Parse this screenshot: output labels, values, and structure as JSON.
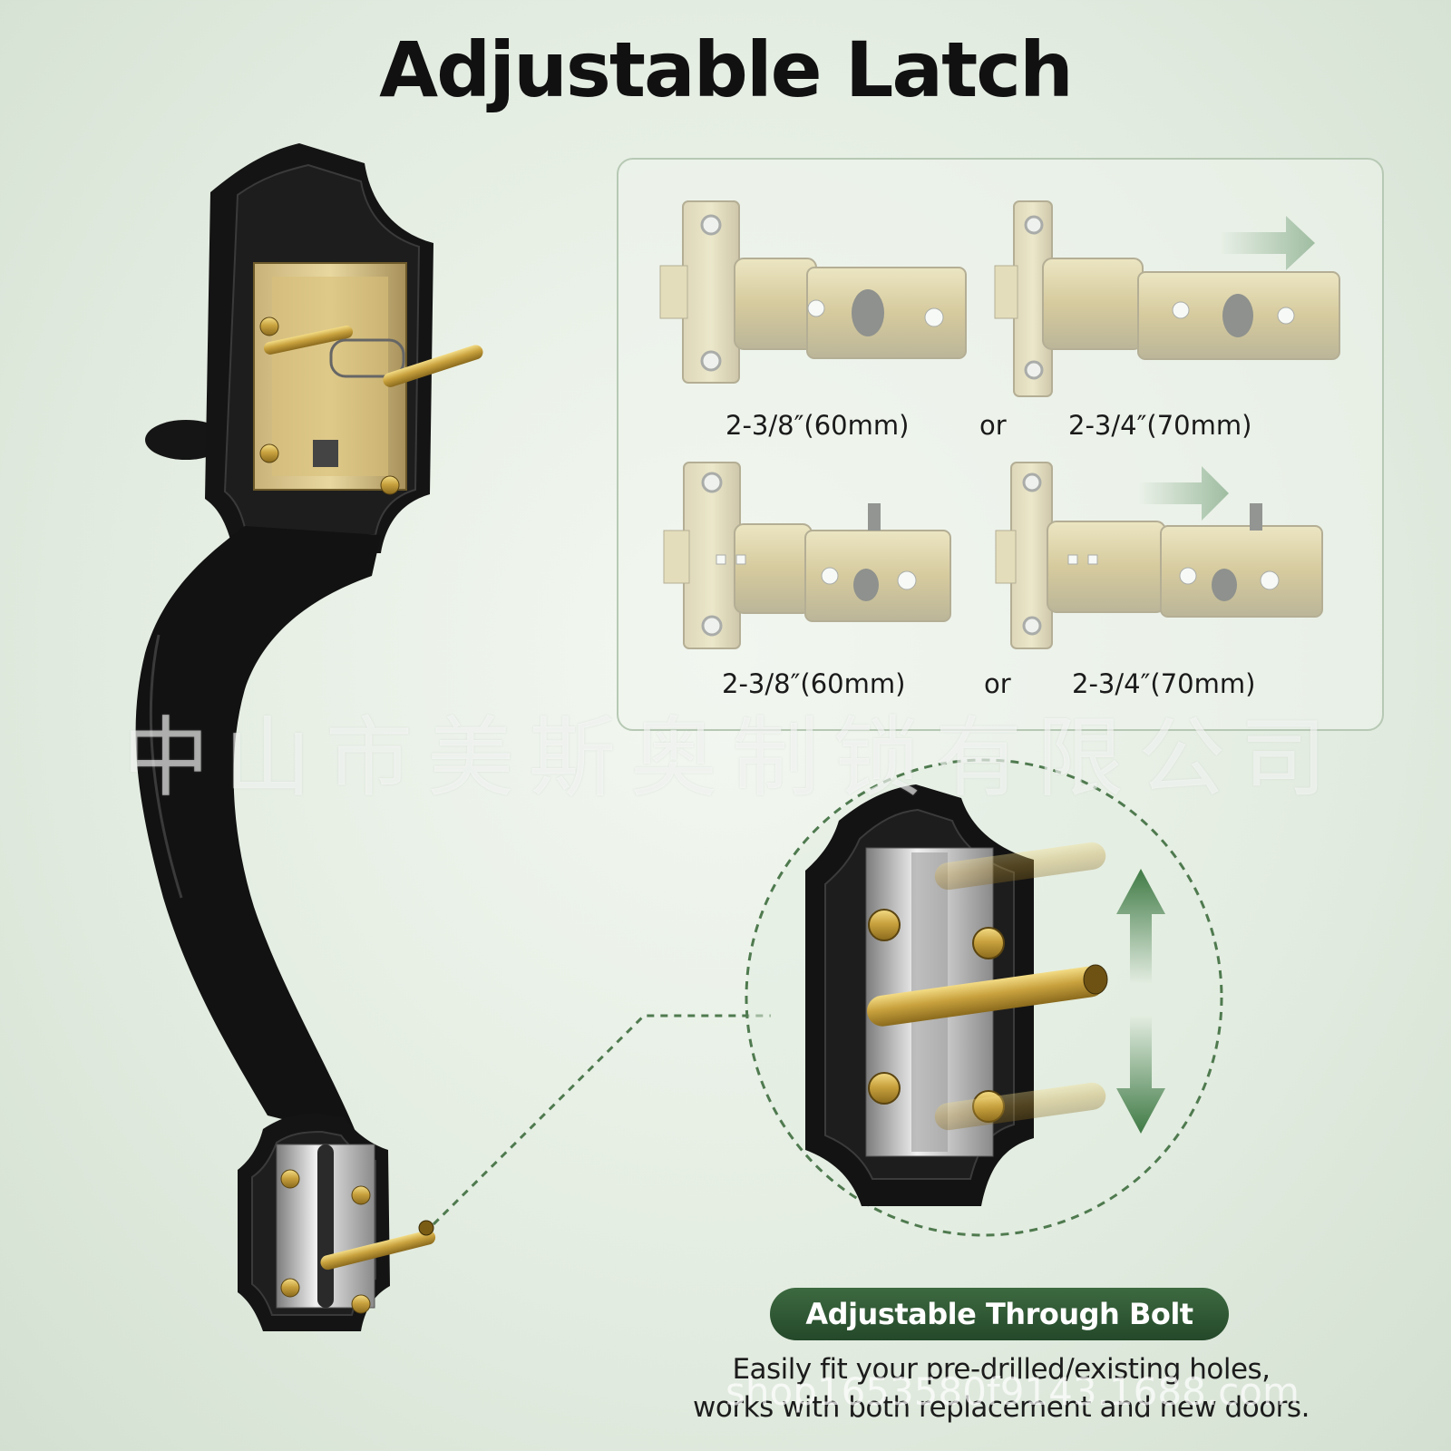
{
  "title": "Adjustable Latch",
  "latch_options": {
    "row1": {
      "left_label": "2-3/8″(60mm)",
      "separator": "or",
      "right_label": "2-3/4″(70mm)"
    },
    "row2": {
      "left_label": "2-3/8″(60mm)",
      "separator": "or",
      "right_label": "2-3/4″(70mm)"
    }
  },
  "feature": {
    "badge": "Adjustable Through Bolt",
    "description_line1": "Easily fit your pre-drilled/existing holes,",
    "description_line2": "works with both replacement and new doors."
  },
  "watermarks": {
    "company_cn": "中山市美斯奥制锁有限公司",
    "url": "shop1653580f9143.1688.com"
  },
  "colors": {
    "accent_green": "#3f7a45",
    "badge_green": "#2c5030",
    "handle_black": "#121212",
    "brass": "#c9a23e"
  }
}
